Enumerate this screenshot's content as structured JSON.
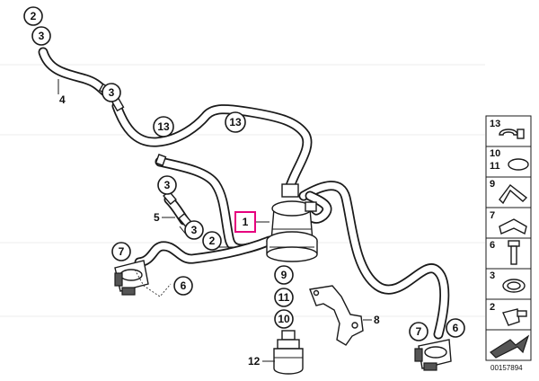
{
  "diagram_id": "00157894",
  "callouts": {
    "c2_top": "2",
    "c3_top": "3",
    "c3_upper": "3",
    "c13_left": "13",
    "c13_right": "13",
    "c3_mid": "3",
    "c3_lower": "3",
    "c2_mid": "2",
    "c7_left": "7",
    "c6_left": "6",
    "c9": "9",
    "c11": "11",
    "c10": "10",
    "c7_right": "7",
    "c6_right": "6"
  },
  "labels": {
    "l4": "4",
    "l5": "5",
    "l1": "1",
    "l8": "8",
    "l12": "12"
  },
  "legend": [
    {
      "key": "13",
      "text": "13"
    },
    {
      "key": "10_11",
      "text": "10",
      "text2": "11"
    },
    {
      "key": "9",
      "text": "9"
    },
    {
      "key": "7",
      "text": "7"
    },
    {
      "key": "6",
      "text": "6"
    },
    {
      "key": "3",
      "text": "3"
    },
    {
      "key": "2",
      "text": "2"
    },
    {
      "key": "arrow",
      "text": ""
    }
  ]
}
